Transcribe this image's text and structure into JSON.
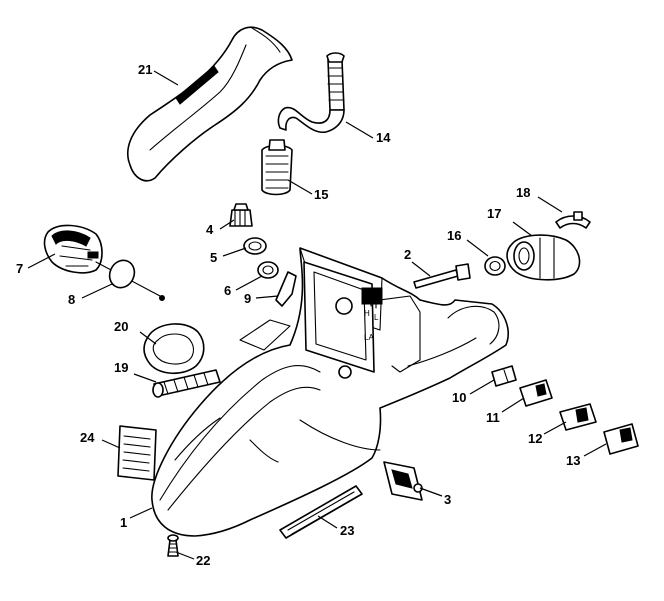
{
  "diagram": {
    "callouts": [
      {
        "id": "c1",
        "label": "1"
      },
      {
        "id": "c2",
        "label": "2"
      },
      {
        "id": "c3",
        "label": "3"
      },
      {
        "id": "c4",
        "label": "4"
      },
      {
        "id": "c5",
        "label": "5"
      },
      {
        "id": "c6",
        "label": "6"
      },
      {
        "id": "c7",
        "label": "7"
      },
      {
        "id": "c8",
        "label": "8"
      },
      {
        "id": "c9",
        "label": "9"
      },
      {
        "id": "c10",
        "label": "10"
      },
      {
        "id": "c11",
        "label": "11"
      },
      {
        "id": "c12",
        "label": "12"
      },
      {
        "id": "c13",
        "label": "13"
      },
      {
        "id": "c14",
        "label": "14"
      },
      {
        "id": "c15",
        "label": "15"
      },
      {
        "id": "c16",
        "label": "16"
      },
      {
        "id": "c17",
        "label": "17"
      },
      {
        "id": "c18",
        "label": "18"
      },
      {
        "id": "c19",
        "label": "19"
      },
      {
        "id": "c20",
        "label": "20"
      },
      {
        "id": "c21",
        "label": "21"
      },
      {
        "id": "c22",
        "label": "22"
      },
      {
        "id": "c23",
        "label": "23"
      },
      {
        "id": "c24",
        "label": "24"
      }
    ],
    "housing_markings": {
      "h": "H",
      "l": "L",
      "la": "LA"
    }
  }
}
